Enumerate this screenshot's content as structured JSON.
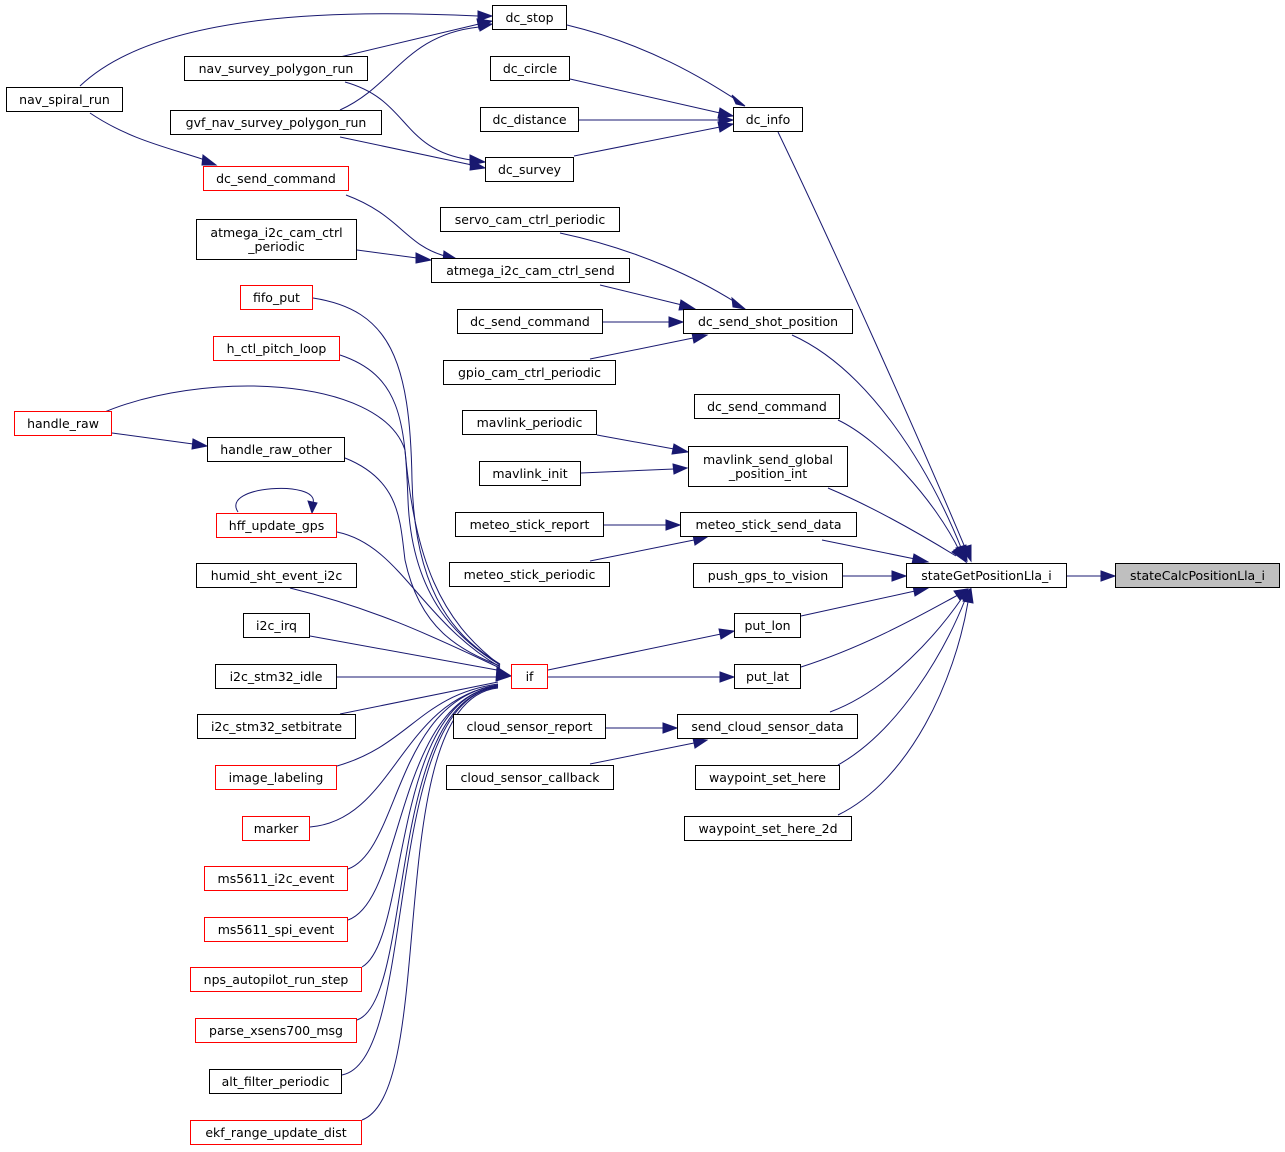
{
  "colors": {
    "edge": "#191970",
    "node_border": "#000000",
    "truncated_border": "#ff0000",
    "current_fill": "#bfbfbf"
  },
  "nodes": {
    "stateCalcPositionLla_i": "stateCalcPositionLla_i",
    "stateGetPositionLla_i": "stateGetPositionLla_i",
    "dc_info": "dc_info",
    "dc_stop": "dc_stop",
    "dc_circle": "dc_circle",
    "dc_distance": "dc_distance",
    "dc_survey": "dc_survey",
    "nav_survey_polygon_run": "nav_survey_polygon_run",
    "gvf_nav_survey_polygon_run": "gvf_nav_survey_polygon_run",
    "nav_spiral_run": "nav_spiral_run",
    "dc_send_command_a": "dc_send_command",
    "servo_cam_ctrl_periodic": "servo_cam_ctrl_periodic",
    "atmega_i2c_cam_ctrl_periodic": "atmega_i2c_cam_ctrl\n_periodic",
    "atmega_i2c_cam_ctrl_send": "atmega_i2c_cam_ctrl_send",
    "dc_send_command_b": "dc_send_command",
    "dc_send_shot_position": "dc_send_shot_position",
    "gpio_cam_ctrl_periodic": "gpio_cam_ctrl_periodic",
    "dc_send_command_c": "dc_send_command",
    "mavlink_periodic": "mavlink_periodic",
    "mavlink_init": "mavlink_init",
    "mavlink_send_global_position_int": "mavlink_send_global\n_position_int",
    "meteo_stick_report": "meteo_stick_report",
    "meteo_stick_periodic": "meteo_stick_periodic",
    "meteo_stick_send_data": "meteo_stick_send_data",
    "push_gps_to_vision": "push_gps_to_vision",
    "put_lon": "put_lon",
    "put_lat": "put_lat",
    "if": "if",
    "cloud_sensor_report": "cloud_sensor_report",
    "cloud_sensor_callback": "cloud_sensor_callback",
    "send_cloud_sensor_data": "send_cloud_sensor_data",
    "waypoint_set_here": "waypoint_set_here",
    "waypoint_set_here_2d": "waypoint_set_here_2d",
    "fifo_put": "fifo_put",
    "h_ctl_pitch_loop": "h_ctl_pitch_loop",
    "handle_raw": "handle_raw",
    "handle_raw_other": "handle_raw_other",
    "hff_update_gps": "hff_update_gps",
    "humid_sht_event_i2c": "humid_sht_event_i2c",
    "i2c_irq": "i2c_irq",
    "i2c_stm32_idle": "i2c_stm32_idle",
    "i2c_stm32_setbitrate": "i2c_stm32_setbitrate",
    "image_labeling": "image_labeling",
    "marker": "marker",
    "ms5611_i2c_event": "ms5611_i2c_event",
    "ms5611_spi_event": "ms5611_spi_event",
    "nps_autopilot_run_step": "nps_autopilot_run_step",
    "parse_xsens700_msg": "parse_xsens700_msg",
    "alt_filter_periodic": "alt_filter_periodic",
    "ekf_range_update_dist": "ekf_range_update_dist"
  }
}
